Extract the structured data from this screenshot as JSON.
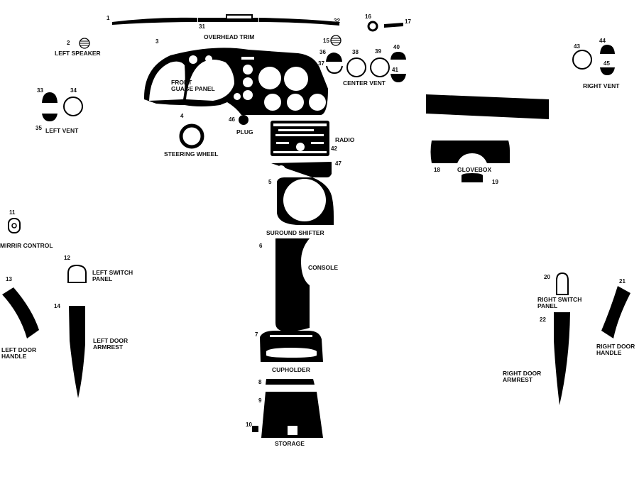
{
  "colors": {
    "piece": "#000000",
    "background": "#ffffff",
    "text": "#111111"
  },
  "labels": {
    "overhead_trim": "OVERHEAD TRIM",
    "left_speaker": "LEFT SPEAKER",
    "front_gauge_panel_1": "FRONT",
    "front_gauge_panel_2": "GUAGE PANEL",
    "center_vent": "CENTER VENT",
    "right_vent": "RIGHT VENT",
    "left_vent": "LEFT VENT",
    "plug": "PLUG",
    "radio": "RADIO",
    "steering_wheel": "STEERING WHEEL",
    "glovebox": "GLOVEBOX",
    "surround_shifter": "SUROUND SHIFTER",
    "mirror_control": "MIRRIR CONTROL",
    "console": "CONSOLE",
    "left_switch_panel_1": "LEFT SWITCH",
    "left_switch_panel_2": "PANEL",
    "left_door_armrest_1": "LEFT DOOR",
    "left_door_armrest_2": "ARMREST",
    "left_door_handle_1": "LEFT DOOR",
    "left_door_handle_2": "HANDLE",
    "right_switch_panel_1": "RIGHT SWITCH",
    "right_switch_panel_2": "PANEL",
    "right_door_handle_1": "RIGHT DOOR",
    "right_door_handle_2": "HANDLE",
    "right_door_armrest_1": "RIGHT DOOR",
    "right_door_armrest_2": "ARMREST",
    "cupholder": "CUPHOLDER",
    "storage": "STORAGE"
  },
  "numbers": {
    "n1": "1",
    "n2": "2",
    "n3": "3",
    "n4": "4",
    "n5": "5",
    "n6": "6",
    "n7": "7",
    "n8": "8",
    "n9": "9",
    "n10": "10",
    "n11": "11",
    "n12": "12",
    "n13": "13",
    "n14": "14",
    "n15": "15",
    "n16": "16",
    "n17": "17",
    "n18": "18",
    "n19": "19",
    "n20": "20",
    "n21": "21",
    "n22": "22",
    "n31": "31",
    "n32": "32",
    "n33": "33",
    "n34": "34",
    "n35": "35",
    "n36": "36",
    "n37": "37",
    "n38": "38",
    "n39": "39",
    "n40": "40",
    "n41": "41",
    "n42": "42",
    "n43": "43",
    "n44": "44",
    "n45": "45",
    "n46": "46",
    "n47": "47"
  }
}
